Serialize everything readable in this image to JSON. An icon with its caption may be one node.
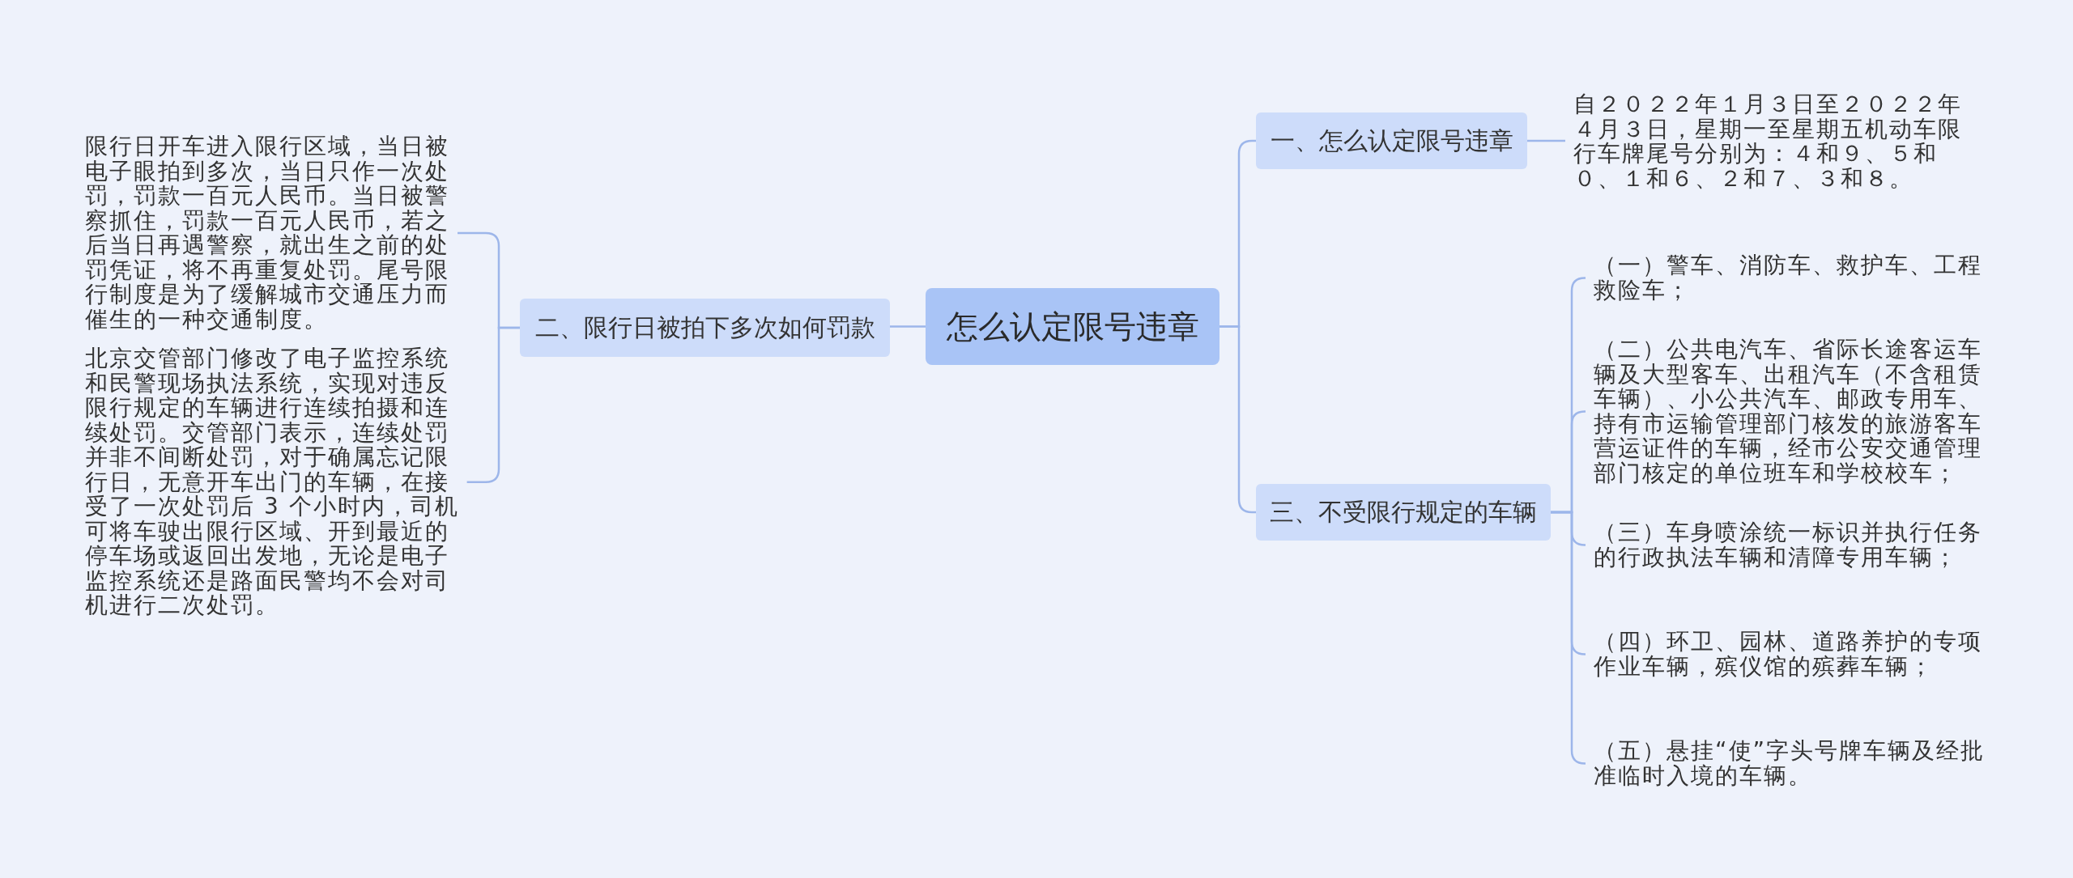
{
  "diagram": {
    "nodes": [
      {
        "text": [
          "怎么认定限号违章"
        ]
      },
      {
        "text": [
          "一、怎么认定限号违章"
        ]
      },
      {
        "text": [
          "自２０２２年１月３日至２０２２年４月３日，星期一至星期五机动车限行车牌尾号分别为：４和９、５和０、１和６、２和７、３和８。"
        ]
      },
      {
        "text": [
          "二、限行日被拍下多次如何罚款"
        ]
      },
      {
        "text": [
          "限行日开车进入限行区域，当日被电子眼拍到多次，当日只作一次处罚，罚款一百元人民币。当日被警察抓住，罚款一百元人民币，若之后当日再遇警察，就出生之前的处罚凭证，将不再重复处罚。尾号限行制度是为了缓解城市交通压力而催生的一种交通制度。"
        ]
      },
      {
        "text": [
          "北京交管部门修改了电子监控系统和民警现场执法系统，实现对违反限行规定的车辆进行连续拍摄和连续处罚。交管部门表示，连续处罚并非不间断处罚，对于确属忘记限行日，无意开车出门的车辆，在接受了一次处罚后 3 个小时内，司机可将车驶出限行区域、开到最近的停车场或返回出发地，无论是电子监控系统还是路面民警均不会对司机进行二次处罚。"
        ]
      },
      {
        "text": [
          "三、不受限行规定的车辆"
        ]
      },
      {
        "text": [
          "（一）警车、消防车、救护车、工程救险车；"
        ]
      },
      {
        "text": [
          "（二）公共电汽车、省际长途客运车辆及大型客车、出租汽车（不含租赁车辆）、小公共汽车、邮政专用车、持有市运输管理部门核发的旅游客车营运证件的车辆，经市公安交通管理部门核定的单位班车和学校校车；"
        ]
      },
      {
        "text": [
          "（三）车身喷涂统一标识并执行任务的行政执法车辆和清障专用车辆；"
        ]
      },
      {
        "text": [
          "（四）环卫、园林、道路养护的专项作业车辆，殡仪馆的殡葬车辆；"
        ]
      },
      {
        "text": [
          "（五）悬挂“使”字头号牌车辆及经批准临时入境的车辆。"
        ]
      }
    ],
    "edges": [
      {
        "from": 0,
        "to": 1,
        "arrow": "none"
      },
      {
        "from": 1,
        "to": 2,
        "arrow": "none"
      },
      {
        "from": 0,
        "to": 3,
        "arrow": "none"
      },
      {
        "from": 3,
        "to": 4,
        "arrow": "none"
      },
      {
        "from": 3,
        "to": 5,
        "arrow": "none"
      },
      {
        "from": 0,
        "to": 6,
        "arrow": "none"
      },
      {
        "from": 6,
        "to": 7,
        "arrow": "none"
      },
      {
        "from": 6,
        "to": 8,
        "arrow": "none"
      },
      {
        "from": 6,
        "to": 9,
        "arrow": "none"
      },
      {
        "from": 6,
        "to": 10,
        "arrow": "none"
      },
      {
        "from": 6,
        "to": 11,
        "arrow": "none"
      }
    ]
  }
}
